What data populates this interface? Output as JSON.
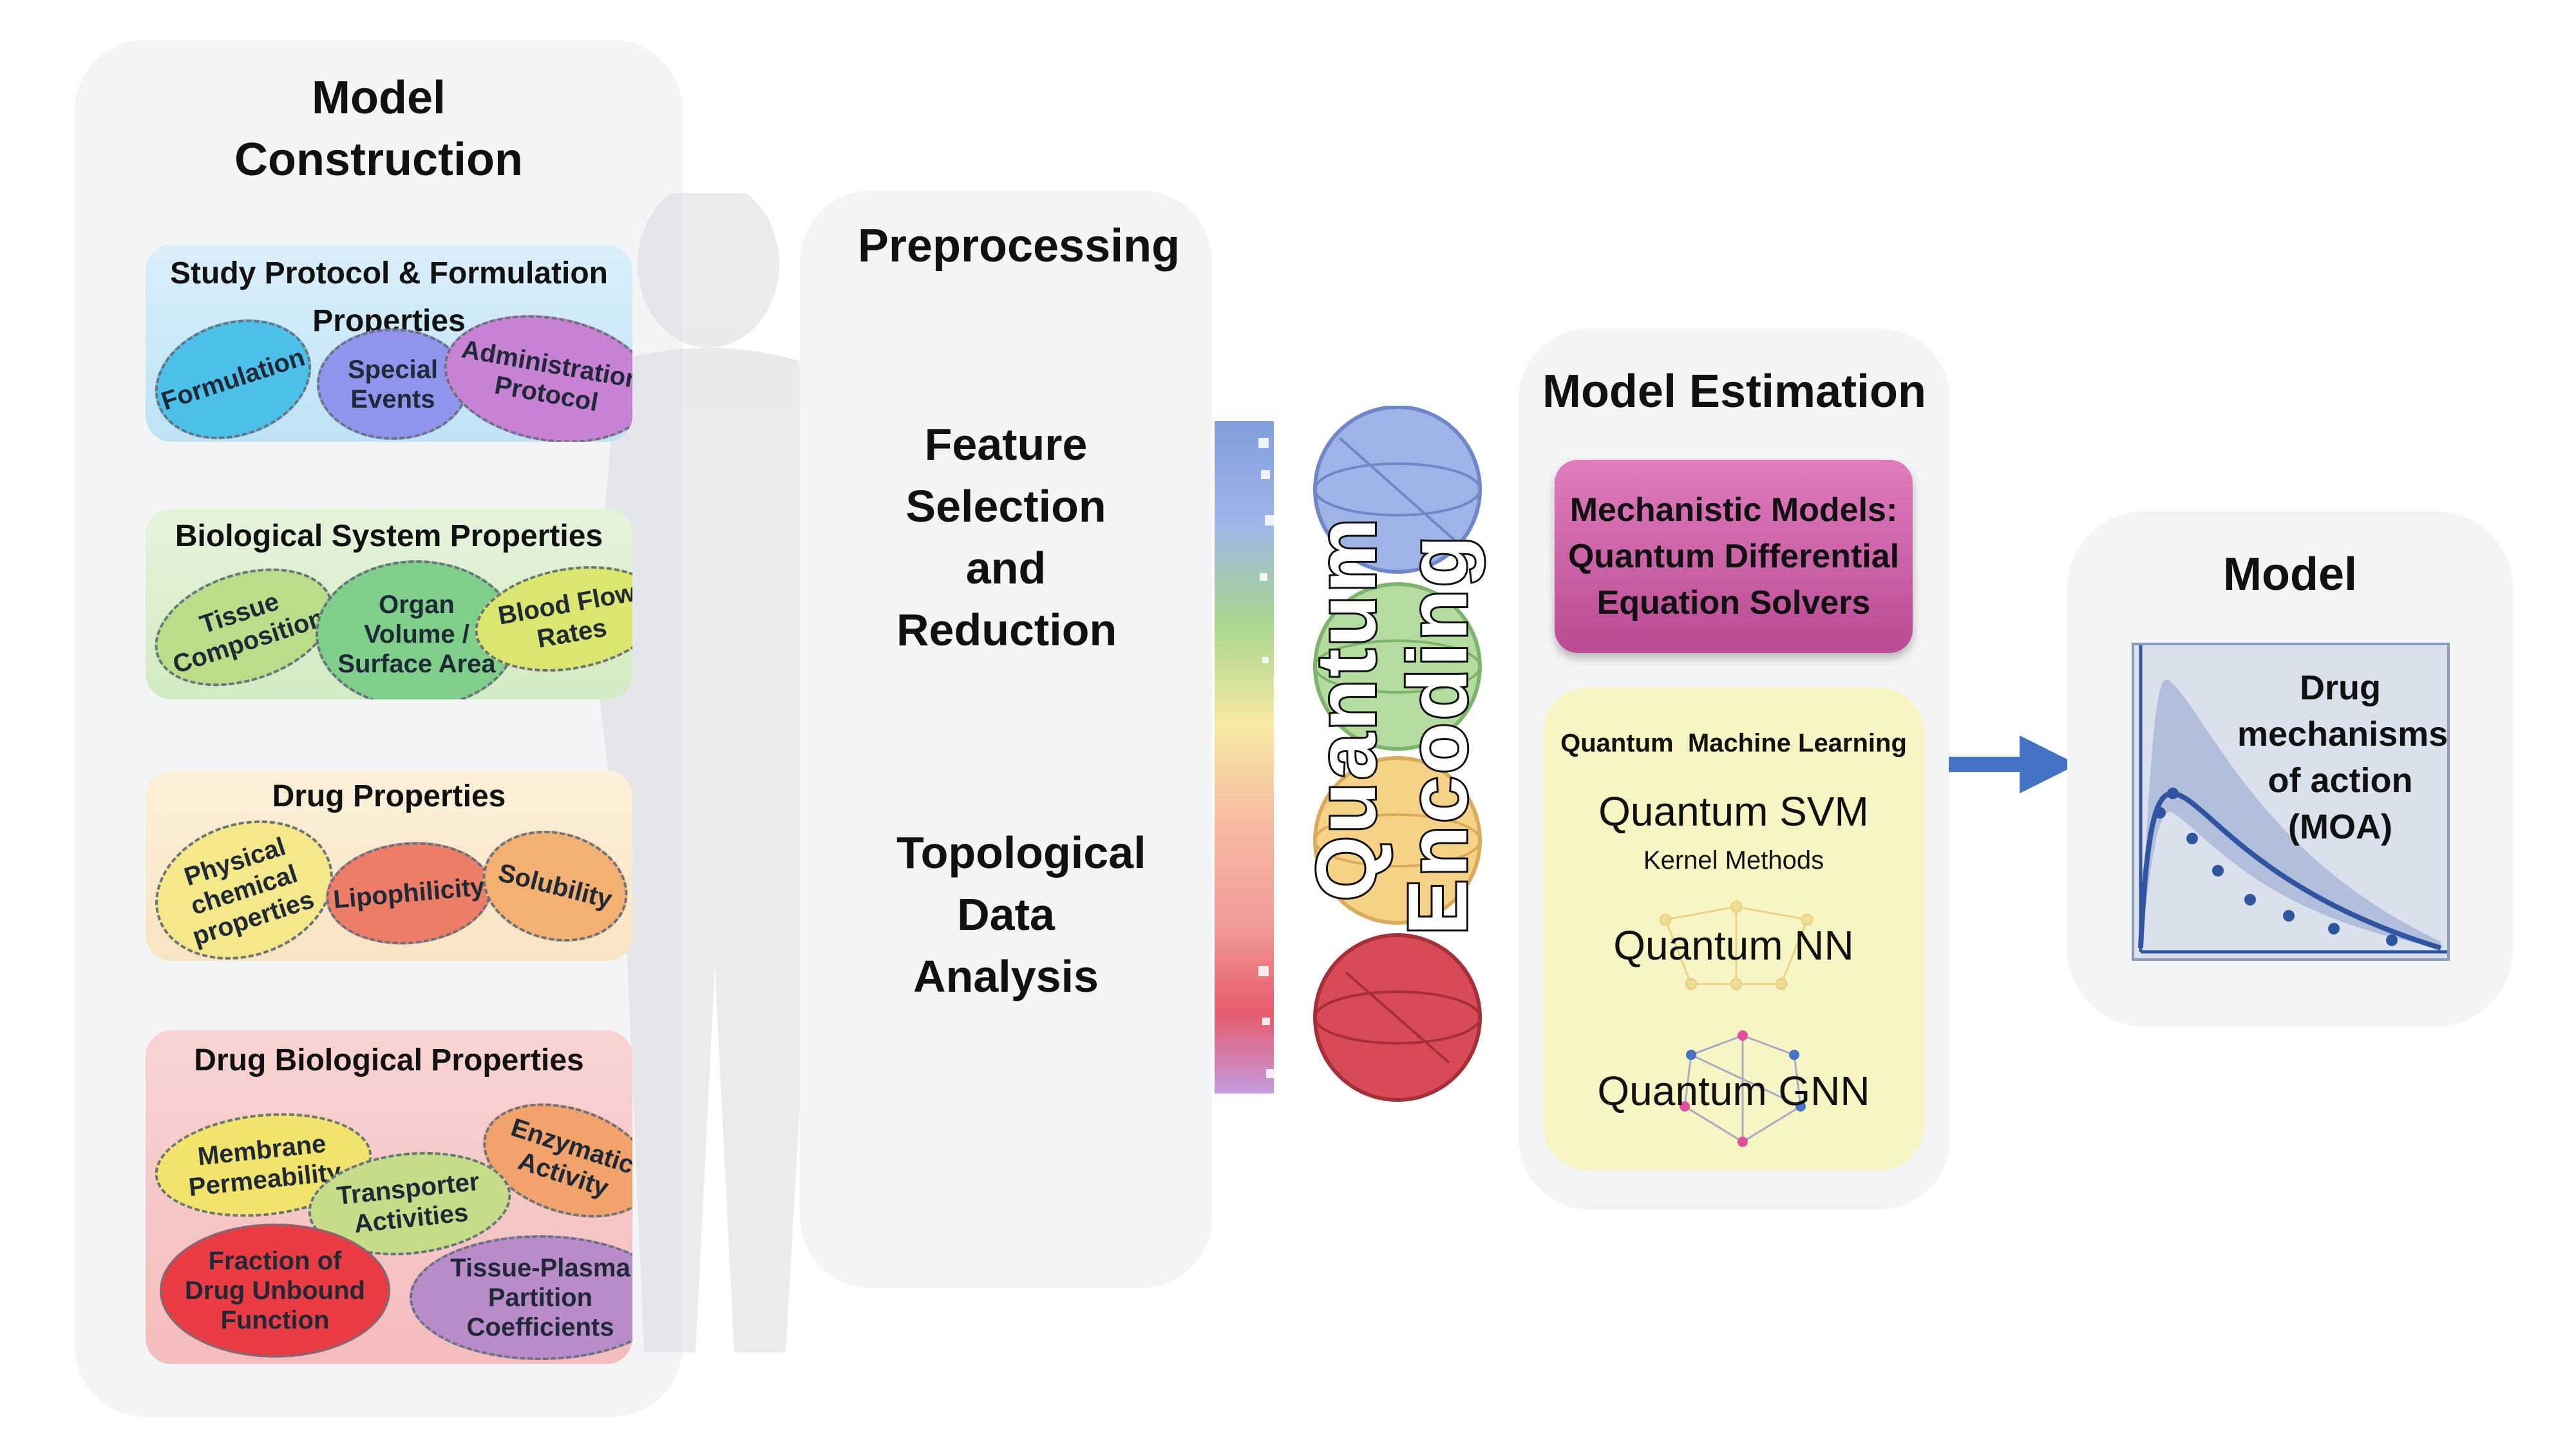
{
  "model_construction": {
    "title": "Model Construction",
    "study_protocol": {
      "title": "Study Protocol & Formulation Properties",
      "items": [
        "Formulation",
        "Special Events",
        "Administration Protocol"
      ]
    },
    "biological_system": {
      "title": "Biological System Properties",
      "items": [
        "Tissue Composition",
        "Organ Volume / Surface Area",
        "Blood Flow Rates"
      ]
    },
    "drug_properties": {
      "title": "Drug Properties",
      "items": [
        "Physical chemical properties",
        "Lipophilicity",
        "Solubility"
      ]
    },
    "drug_biological": {
      "title": "Drug Biological Properties",
      "items": [
        "Membrane Permeability",
        "Enzymatic Activity",
        "Transporter Activities",
        "Fraction of Drug Unbound Function",
        "Tissue-Plasma Partition Coefficients"
      ]
    }
  },
  "preprocessing": {
    "title": "Preprocessing",
    "items": [
      "Feature Selection and Reduction",
      "Topological Data Analysis"
    ]
  },
  "encoding": {
    "word1": "Quantum",
    "word2": "Encoding"
  },
  "model_estimation": {
    "title": "Model Estimation",
    "mechanistic": "Mechanistic Models: Quantum Differential Equation Solvers",
    "qml": {
      "title": "Quantum  Machine Learning",
      "svm": "Quantum SVM",
      "svm_sub": "Kernel Methods",
      "nn": "Quantum NN",
      "gnn": "Quantum GNN"
    }
  },
  "model": {
    "title": "Model",
    "moa": "Drug mechanisms of action (MOA)"
  },
  "colors": {
    "panel_bg": "#f3f4f6",
    "arrow": "#4472c4",
    "mechanistic_bg": "#c0509b",
    "qml_bg": "#f7f5c4"
  }
}
